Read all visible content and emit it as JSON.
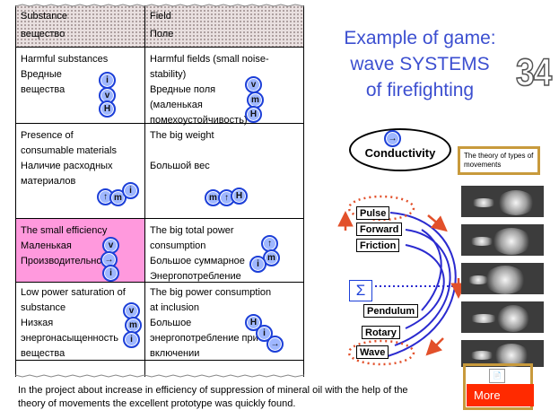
{
  "table": {
    "header": {
      "left": [
        "Substance",
        "вещество"
      ],
      "right": [
        "Field",
        "Поле"
      ]
    },
    "rows": [
      {
        "left": [
          "Harmful substances",
          "Вредные",
          "вещества"
        ],
        "right": [
          "Harmful fields (small noise-",
          "stability)",
          "Вредные  поля",
          "(маленькая",
          "помехоустойчивость)"
        ]
      },
      {
        "left": [
          "Presence of",
          "consumable materials",
          "Наличие расходных",
          "материалов"
        ],
        "right": [
          "The big weight",
          "",
          "Большой  вес"
        ]
      },
      {
        "left": [
          "The small efficiency",
          "Маленькая",
          "Производительность"
        ],
        "right": [
          "The big total power",
          "consumption",
          "Большое суммарное",
          "Энергопотребление"
        ]
      },
      {
        "left": [
          "Low power saturation of",
          "substance",
          "Низкая",
          "энергонасыщенность",
          "вещества"
        ],
        "right": [
          "The big power consumption",
          "at inclusion",
          "Большое",
          "энергопотребление при",
          "включении"
        ]
      }
    ],
    "bubbles": {
      "r1_left": [
        "i",
        "v",
        "H"
      ],
      "r1_right": [
        "v",
        "m",
        "H"
      ],
      "r2_left": [
        "↑",
        "m",
        "i"
      ],
      "r2_right": [
        "m",
        "↑",
        "H"
      ],
      "r3_left": [
        "v",
        "→",
        "i"
      ],
      "r3_right": [
        "↑",
        "m",
        "i"
      ],
      "r4_left": [
        "v",
        "m",
        "i"
      ],
      "r4_right": [
        "H",
        "i",
        "→"
      ]
    }
  },
  "title": [
    "Example of game:",
    "wave SYSTEMS",
    "of firefighting"
  ],
  "slide_number": "34",
  "conductivity": {
    "label": "Conductivity",
    "bubble": "→"
  },
  "theory_box": "The theory of types of movements",
  "movements": [
    "Pulse",
    "Forward",
    "Friction",
    "Pendulum",
    "Rotary",
    "Wave"
  ],
  "sigma": "Σ",
  "more_label": "More",
  "more_icon": "📄",
  "caption": [
    "In the project about increase in efficiency of suppression of mineral oil with the help of the",
    "theory of movements the excellent prototype was quickly found."
  ],
  "colors": {
    "title": "#3c4fd0",
    "bubble_fill": "#9fb7ff",
    "bubble_border": "#1c3fd8",
    "highlight": "#ff99dd",
    "arrow_red": "#e2502a",
    "curve_blue": "#2a2acf",
    "more_bg": "#ff2a00",
    "frame_gold": "#c89a3c"
  }
}
